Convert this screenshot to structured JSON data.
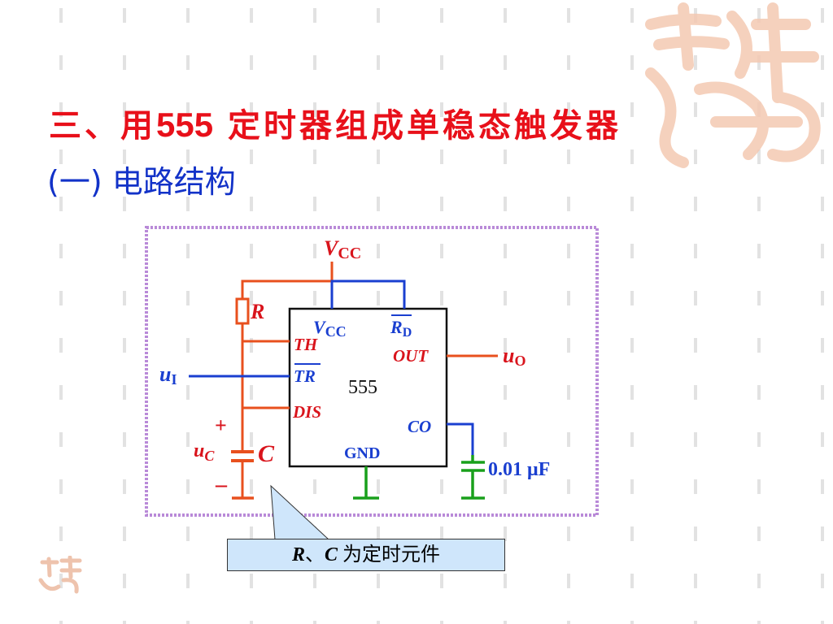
{
  "slide": {
    "title_prefix": "三、用",
    "title_number": "555",
    "title_suffix": " 定时器组成单稳态触发器",
    "subtitle": "(一) 电路结构"
  },
  "circuit": {
    "vcc_top": "V",
    "vcc_top_sub": "CC",
    "resistor": "R",
    "pin_vcc": "V",
    "pin_vcc_sub": "CC",
    "pin_rd": "R",
    "pin_rd_sub": "D",
    "pin_th": "TH",
    "pin_out": "OUT",
    "pin_tr": "TR",
    "chip_label": "555",
    "pin_dis": "DIS",
    "pin_co": "CO",
    "pin_gnd": "GND",
    "input": "u",
    "input_sub": "I",
    "output": "u",
    "output_sub": "O",
    "cap_voltage": "u",
    "cap_voltage_sub": "C",
    "capacitor": "C",
    "plus": "+",
    "minus": "–",
    "co_capacitor": "0.01 μF"
  },
  "callout": {
    "r": "R",
    "sep": "、",
    "c": "C",
    "text": " 为定时元件"
  },
  "colors": {
    "title": "#e8101a",
    "subtitle": "#1232c8",
    "wire_red": "#e8501e",
    "wire_blue": "#1a3fd0",
    "wire_green": "#19a01b",
    "pin_label_red": "#d9141c",
    "pin_label_blue": "#1a3fd0",
    "frame": "#b98ad8",
    "callout_fill": "#cfe6fb"
  }
}
